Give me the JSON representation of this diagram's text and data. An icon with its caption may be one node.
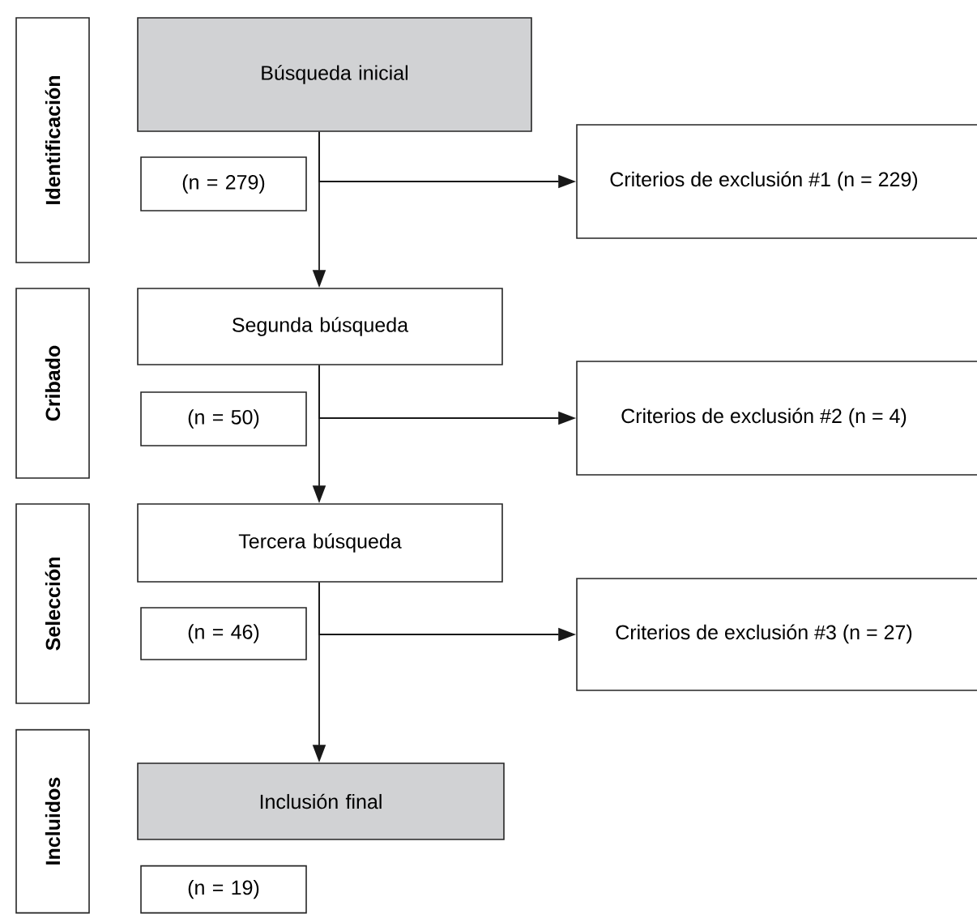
{
  "diagram": {
    "nodes": [
      {
        "text": [
          "Identificación"
        ]
      },
      {
        "text": [
          "Búsqueda inicial"
        ]
      },
      {
        "text": [
          "(n = 279)"
        ]
      },
      {
        "text": [
          "Criterios de exclusión #1 (n = 229)"
        ]
      },
      {
        "text": [
          "Cribado"
        ]
      },
      {
        "text": [
          "Segunda búsqueda"
        ]
      },
      {
        "text": [
          "(n = 50)"
        ]
      },
      {
        "text": [
          "Criterios de exclusión #2 (n = 4)"
        ]
      },
      {
        "text": [
          "Selección"
        ]
      },
      {
        "text": [
          "Tercera búsqueda"
        ]
      },
      {
        "text": [
          "(n = 46)"
        ]
      },
      {
        "text": [
          "Criterios de exclusión #3 (n = 27)"
        ]
      },
      {
        "text": [
          "Incluidos"
        ]
      },
      {
        "text": [
          "Inclusión final"
        ]
      },
      {
        "text": [
          "(n = 19)"
        ]
      }
    ],
    "edges": [
      {
        "from": 1,
        "to": 5,
        "arrow": "to"
      },
      {
        "from": 1,
        "to": 3,
        "arrow": "to"
      },
      {
        "from": 5,
        "to": 9,
        "arrow": "to"
      },
      {
        "from": 5,
        "to": 7,
        "arrow": "to"
      },
      {
        "from": 9,
        "to": 13,
        "arrow": "to"
      },
      {
        "from": 9,
        "to": 11,
        "arrow": "to"
      }
    ]
  }
}
